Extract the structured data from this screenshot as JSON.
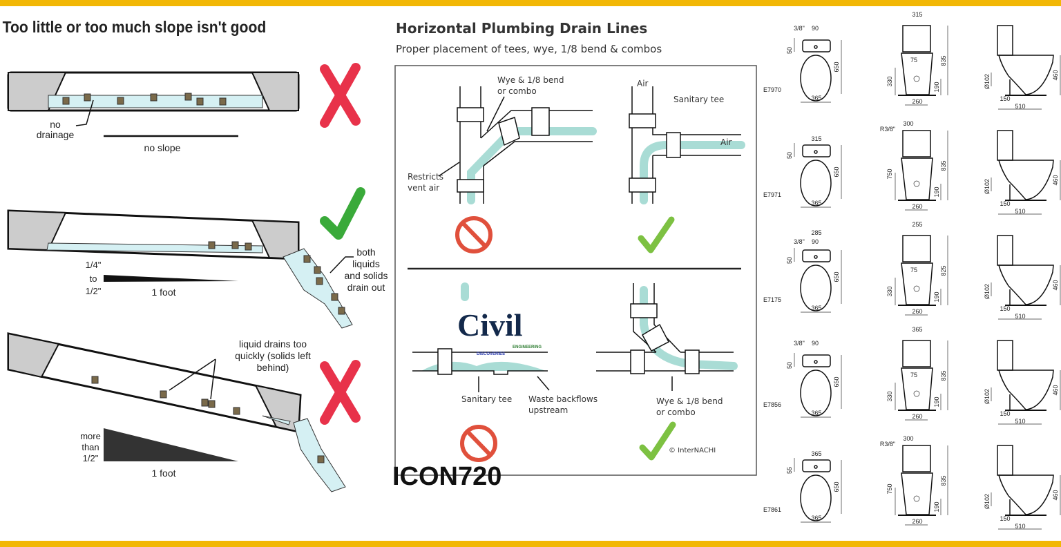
{
  "colors": {
    "border_bar": "#f2b705",
    "bad": "#e8324a",
    "good": "#3aaa3a",
    "water": "#a9dcd5",
    "prohibit": "#e0503c",
    "check": "#7dc142"
  },
  "slope": {
    "title": "Too little or too much slope isn't good",
    "no_slope": {
      "label_drainage": [
        "no",
        "drainage"
      ],
      "label_slope": "no slope",
      "verdict_icon": "red-x-icon"
    },
    "correct": {
      "rise": [
        "1/4\"",
        "to",
        "1/2\""
      ],
      "run": "1 foot",
      "note": [
        "both",
        "liquids",
        "and solids",
        "drain out"
      ],
      "verdict_icon": "green-check-icon"
    },
    "too_much": {
      "note": [
        "liquid drains too",
        "quickly (solids left",
        "behind)"
      ],
      "rise": [
        "more",
        "than",
        "1/2\""
      ],
      "run": "1 foot",
      "verdict_icon": "red-x-icon"
    }
  },
  "plumbing": {
    "title": "Horizontal Plumbing Drain Lines",
    "subtitle": "Proper placement of tees, wye, 1/8 bend & combos",
    "panel_tl": {
      "label_wye": [
        "Wye & 1/8 bend",
        "or combo"
      ],
      "label_restricts": [
        "Restricts",
        "vent air"
      ],
      "verdict_icon": "prohibited-icon"
    },
    "panel_tr": {
      "label_air": "Air",
      "label_tee": "Sanitary tee",
      "label_air2": "Air",
      "verdict_icon": "check-icon"
    },
    "panel_bl": {
      "label_tee": "Sanitary tee",
      "label_backflow": [
        "Waste backflows",
        "upstream"
      ],
      "verdict_icon": "prohibited-icon"
    },
    "panel_br": {
      "label_wye": [
        "Wye & 1/8 bend",
        "or combo"
      ],
      "verdict_icon": "check-icon",
      "copyright": "© InterNACHI"
    }
  },
  "logo": {
    "text": "Civil",
    "sub1": "ENGINEERING",
    "sub2": "DISCOVERIES"
  },
  "watermark": "ICON720",
  "toilets": [
    {
      "model": "E7970",
      "front": {
        "top": "",
        "pipe": "3/8\"",
        "pipe_off": "90",
        "side": "50",
        "height": "650",
        "width": "365"
      },
      "middle": {
        "top": "315",
        "r": "",
        "r_off": "",
        "inlet": "75",
        "left": "330",
        "height": "835",
        "outlet": "190",
        "base": "260"
      },
      "side": {
        "dia": "Ø102",
        "off": "150",
        "depth": "510",
        "height": "460"
      }
    },
    {
      "model": "E7971",
      "front": {
        "top": "315",
        "pipe": "",
        "pipe_off": "",
        "side": "50",
        "height": "650",
        "width": "365"
      },
      "middle": {
        "top": "",
        "r": "R3/8\"",
        "r_off": "300",
        "inlet": "",
        "left": "750",
        "height": "835",
        "outlet": "190",
        "base": "260"
      },
      "side": {
        "dia": "Ø102",
        "off": "150",
        "depth": "510",
        "height": "460"
      }
    },
    {
      "model": "E7175",
      "front": {
        "top": "285",
        "pipe": "3/8\"",
        "pipe_off": "90",
        "side": "50",
        "height": "650",
        "width": "365"
      },
      "middle": {
        "top": "255",
        "r": "",
        "r_off": "",
        "inlet": "75",
        "left": "330",
        "height": "825",
        "outlet": "190",
        "base": "260"
      },
      "side": {
        "dia": "Ø102",
        "off": "150",
        "depth": "510",
        "height": "460"
      }
    },
    {
      "model": "E7856",
      "front": {
        "top": "",
        "pipe": "3/8\"",
        "pipe_off": "90",
        "side": "50",
        "height": "650",
        "width": "365"
      },
      "middle": {
        "top": "365",
        "r": "",
        "r_off": "",
        "inlet": "75",
        "left": "330",
        "height": "835",
        "outlet": "190",
        "base": "260"
      },
      "side": {
        "dia": "Ø102",
        "off": "150",
        "depth": "510",
        "height": "460"
      }
    },
    {
      "model": "E7861",
      "front": {
        "top": "365",
        "pipe": "",
        "pipe_off": "",
        "side": "55",
        "height": "650",
        "width": "365"
      },
      "middle": {
        "top": "",
        "r": "R3/8\"",
        "r_off": "300",
        "inlet": "",
        "left": "750",
        "height": "835",
        "outlet": "190",
        "base": "260"
      },
      "side": {
        "dia": "Ø102",
        "off": "150",
        "depth": "510",
        "height": "460"
      }
    }
  ]
}
